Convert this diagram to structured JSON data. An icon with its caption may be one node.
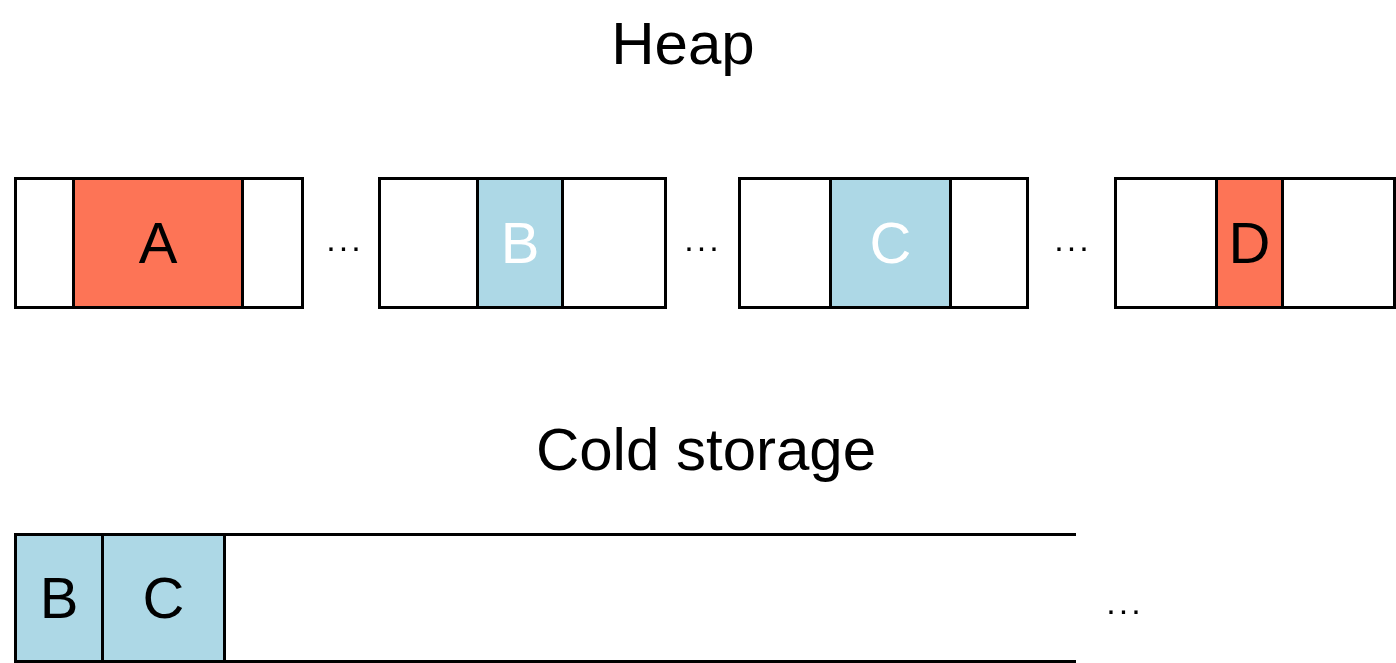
{
  "diagram": {
    "nodes": [
      {
        "text": [],
        "shape": "box"
      },
      {
        "text": [
          "A"
        ],
        "in": 0
      },
      {
        "text": [],
        "shape": "box"
      },
      {
        "text": [
          "B"
        ],
        "in": 2
      },
      {
        "text": [],
        "shape": "box"
      },
      {
        "text": [
          "C"
        ],
        "in": 4
      },
      {
        "text": [],
        "shape": "box"
      },
      {
        "text": [
          "D"
        ],
        "in": 6
      },
      {
        "text": [],
        "shape": "box"
      },
      {
        "text": [
          "B"
        ],
        "in": 8
      },
      {
        "text": [
          "C"
        ],
        "in": 8
      }
    ],
    "labels": [
      "Heap",
      "...",
      "...",
      "...",
      "Cold storage",
      "..."
    ]
  }
}
